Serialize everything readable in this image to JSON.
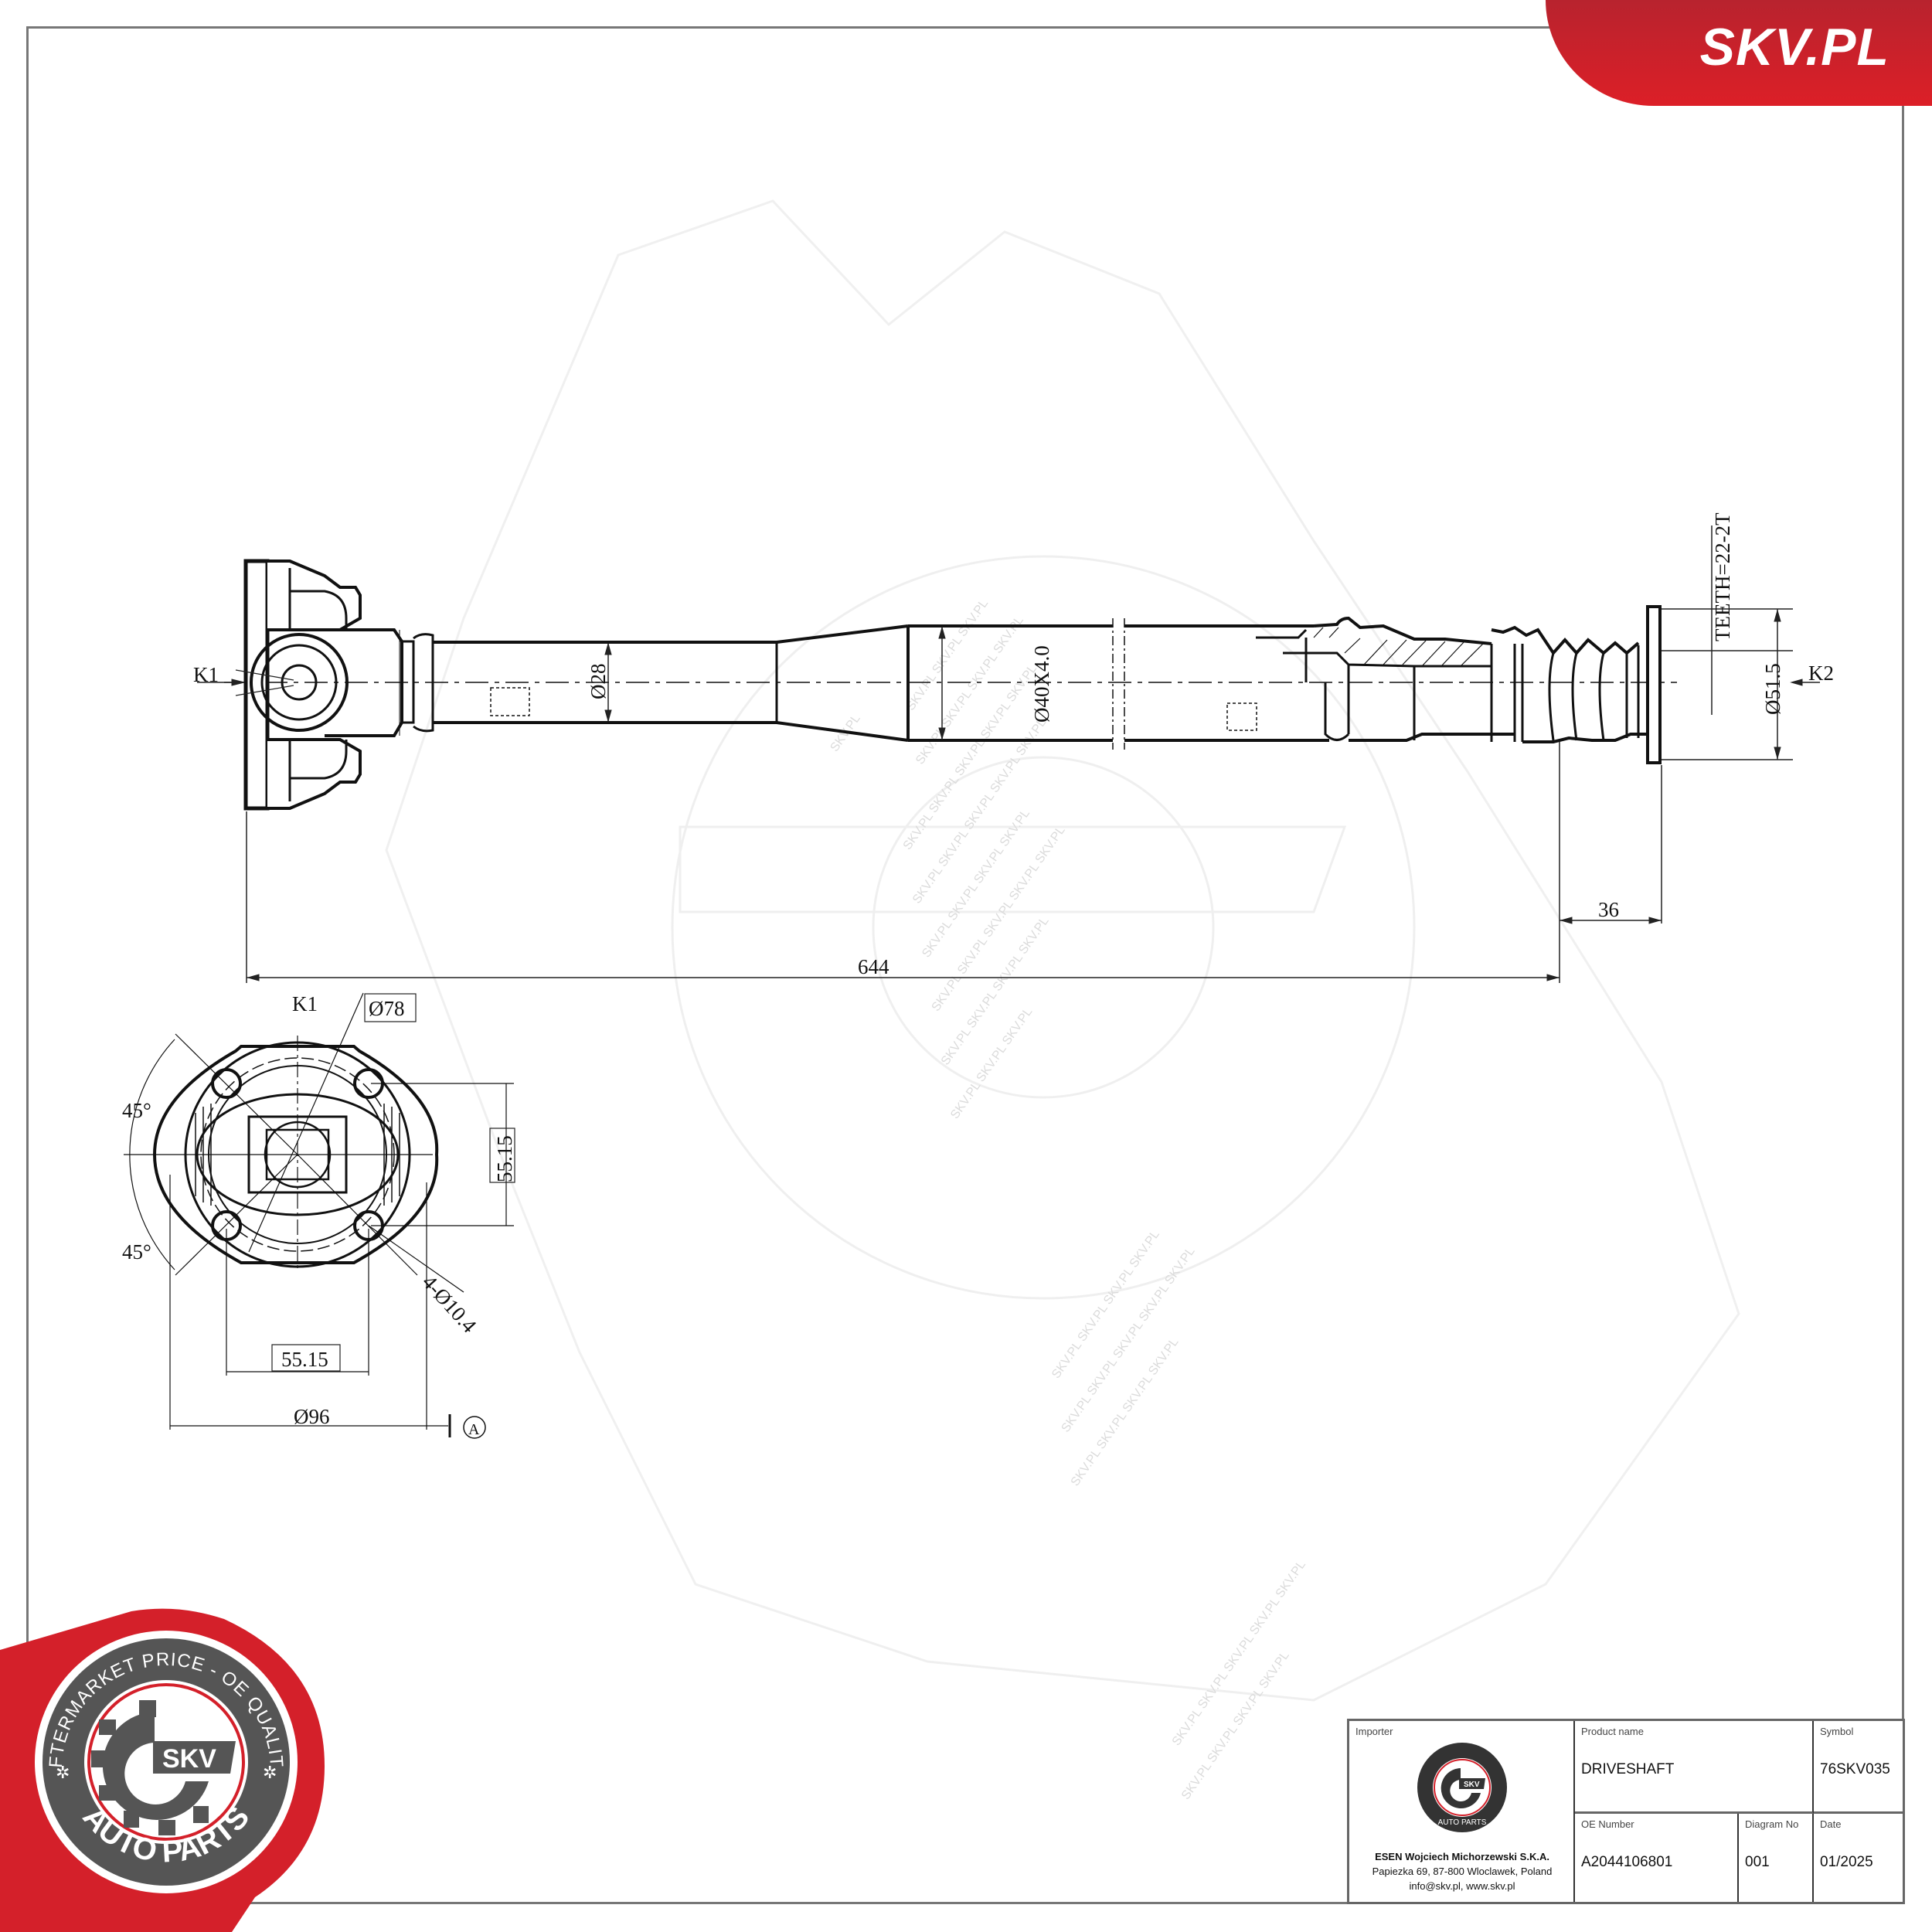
{
  "brand": {
    "site": "SKV.PL",
    "color": "#dc1f27"
  },
  "drawing": {
    "labels": {
      "k1": "K1",
      "k2": "K2",
      "teeth": "TEETH=22-2T",
      "dia_51_5": "Ø51.5",
      "dia_28": "Ø28",
      "dia_40x4": "Ø40X4.0",
      "len_644": "644",
      "len_36": "36"
    },
    "view_k1": {
      "title": "K1",
      "dia_78": "Ø78",
      "angle_top": "45°",
      "angle_bottom": "45°",
      "pcd_vertical": "55.15",
      "pcd_horizontal": "55.15",
      "holes": "4-Ø10.4",
      "dia_96": "Ø96",
      "datum": "A"
    },
    "watermark": "SKV.PL"
  },
  "badge": {
    "top_text": "AFTERMARKET PRICE - OE QUALITY",
    "bottom_text": "AUTO PARTS",
    "logo_text": "SKV"
  },
  "title_block": {
    "importer_label": "Importer",
    "importer_company": "ESEN Wojciech Michorzewski S.K.A.",
    "importer_address": "Papiezka 69, 87-800 Wloclawek, Poland",
    "importer_contact": "info@skv.pl, www.skv.pl",
    "product_name_label": "Product name",
    "product_name": "DRIVESHAFT",
    "symbol_label": "Symbol",
    "symbol": "76SKV035",
    "oe_number_label": "OE Number",
    "oe_number": "A2044106801",
    "diagram_no_label": "Diagram No",
    "diagram_no": "001",
    "date_label": "Date",
    "date": "01/2025"
  }
}
